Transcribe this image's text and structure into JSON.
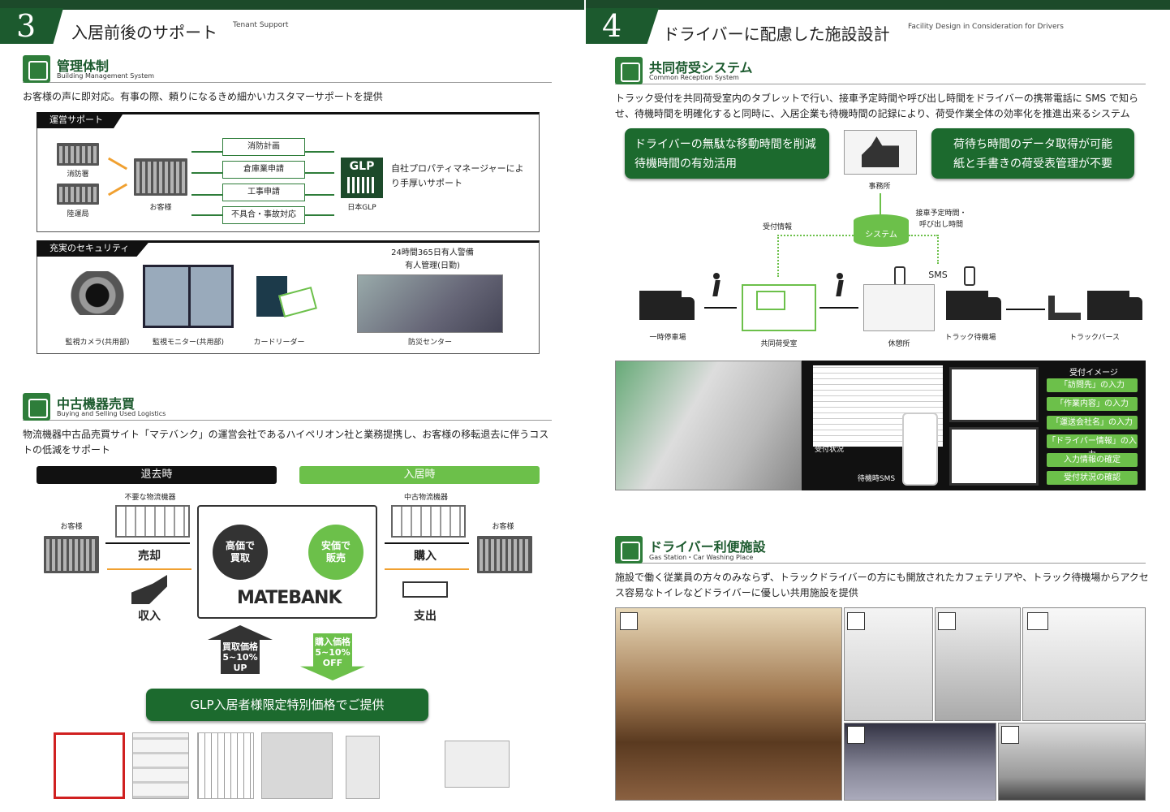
{
  "left": {
    "number": "3",
    "title": "入居前後のサポート",
    "subtitle": "Tenant Support",
    "management": {
      "title": "管理体制",
      "subtitle": "Building Management System",
      "desc": "お客様の声に即対応。有事の際、頼りになるきめ細かいカスタマーサポートを提供",
      "support_tab": "運営サポート",
      "labels": {
        "fire": "消防署",
        "transport": "陸運局",
        "customer": "お客様",
        "glp": "日本GLP",
        "glp_logo": "GLP"
      },
      "flows": [
        "消防計画",
        "倉庫業申請",
        "工事申請",
        "不具合・事故対応"
      ],
      "glp_note": "自社プロパティマネージャーにより手厚いサポート"
    },
    "security": {
      "tab": "充実のセキュリティ",
      "note": "24時間365日有人警備\n有人管理(日勤)",
      "items": [
        "監視カメラ(共用部)",
        "監視モニター(共用部)",
        "カードリーダー",
        "防災センター"
      ]
    },
    "used": {
      "title": "中古機器売買",
      "subtitle": "Buying and Selling Used Logistics",
      "desc": "物流機器中古品売買サイト「マテバンク」の運営会社であるハイペリオン社と業務提携し、お客様の移転退去に伴うコストの低減をサポート",
      "exit_label": "退去時",
      "entry_label": "入居時",
      "unneeded": "不要な物流機器",
      "used_eq": "中古物流機器",
      "customer": "お客様",
      "sell": "売却",
      "income": "収入",
      "buy": "購入",
      "pay": "支出",
      "high_buy": "高価で\n買取",
      "low_sell": "安価で\n販売",
      "matebank": "MATEBANK",
      "buy_price": "買取価格\n5~10%\nUP",
      "sell_price": "購入価格\n5~10%\nOFF",
      "banner": "GLP入居者様限定特別価格でご提供"
    }
  },
  "right": {
    "number": "4",
    "title": "ドライバーに配慮した施設設計",
    "subtitle": "Facility Design in Consideration for Drivers",
    "reception": {
      "title": "共同荷受システム",
      "subtitle": "Common Reception System",
      "desc": "トラック受付を共同荷受室内のタブレットで行い、接車予定時間や呼び出し時間をドライバーの携帯電話に SMS で知らせ、待機時間を明確化すると同時に、入居企業も待機時間の記録により、荷受作業全体の効率化を推進出来るシステム",
      "btn1": "ドライバーの無駄な移動時間を削減\n待機時間の有効活用",
      "btn2": "荷待ち時間のデータ取得が可能\n紙と手書きの荷受表管理が不要",
      "office": "事務所",
      "system": "システム",
      "recv_info": "受付情報",
      "sched": "接車予定時間・\n呼び出し時間",
      "sms": "SMS",
      "flow": [
        "一時停車場",
        "共同荷受室",
        "休憩所",
        "トラック待機場",
        "トラックバース"
      ],
      "status": "受付状況",
      "wait_sms": "待機時SMS",
      "img_title": "受付イメージ",
      "steps": [
        "「訪問先」の入力",
        "「作業内容」の入力",
        "「運送会社名」の入力",
        "「ドライバー情報」の入力",
        "入力情報の確定",
        "受付状況の確認"
      ]
    },
    "facility": {
      "title": "ドライバー利便施設",
      "subtitle": "Gas Station・Car Washing Place",
      "desc": "施設で働く従業員の方々のみならず、トラックドライバーの方にも開放されたカフェテリアや、トラック待機場からアクセス容易なトイレなどドライバーに優しい共用施設を提供"
    }
  }
}
